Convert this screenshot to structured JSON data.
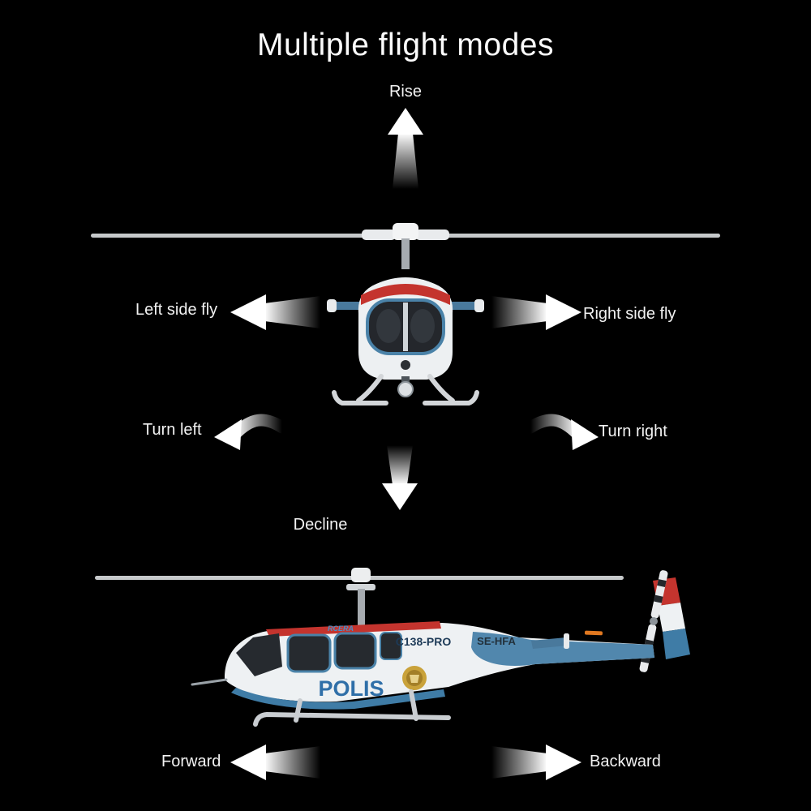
{
  "title": "Multiple flight modes",
  "modes": {
    "rise": "Rise",
    "left_side_fly": "Left side fly",
    "right_side_fly": "Right side fly",
    "turn_left": "Turn left",
    "turn_right": "Turn right",
    "decline": "Decline",
    "forward": "Forward",
    "backward": "Backward"
  },
  "helicopter": {
    "brand": "RCERA",
    "model": "C138-PRO",
    "registration": "SE-HFA",
    "fuselage_text": "POLIS"
  },
  "icons": {
    "rise-arrow-icon": "up-arrow",
    "decline-arrow-icon": "down-arrow",
    "left-side-fly-arrow-icon": "left-arrow",
    "right-side-fly-arrow-icon": "right-arrow",
    "turn-left-arrow-icon": "curved-left-arrow",
    "turn-right-arrow-icon": "curved-right-arrow",
    "forward-arrow-icon": "left-arrow",
    "backward-arrow-icon": "right-arrow"
  },
  "colors": {
    "background": "#000000",
    "label_text": "#f2f2f2",
    "arrow": "#ffffff",
    "body_white": "#eef1f3",
    "livery_blue": "#4a82a8",
    "boom_blue": "#5187ad",
    "belly_blue": "#3f7ca6",
    "roof_red": "#c4342e",
    "polis_blue": "#2f6fa8",
    "badge_gold": "#c9a23a",
    "glass_dark": "#262a2f",
    "decal_orange": "#e07820"
  }
}
